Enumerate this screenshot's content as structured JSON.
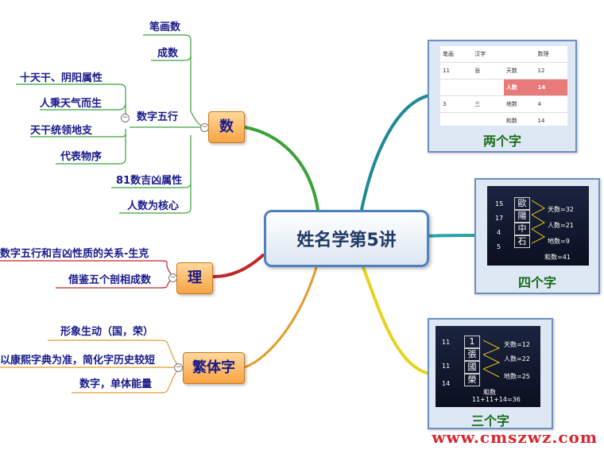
{
  "central": "姓名学第5讲",
  "branches": {
    "shu": {
      "title": "数",
      "items": [
        "笔画数",
        "成数",
        "数字五行",
        "81数吉凶属性",
        "人数为核心"
      ],
      "sub": [
        "十天干、阴阳属性",
        "人秉天气而生",
        "天干统领地支",
        "代表物序"
      ]
    },
    "li": {
      "title": "理",
      "items": [
        "数字五行和吉凶性质的关系-生克",
        "借鉴五个剖相成数"
      ]
    },
    "fanti": {
      "title": "繁体字",
      "items": [
        "形象生动（国，荣）",
        "以康熙字典为准，简化字历史较短",
        "数字，单体能量"
      ]
    }
  },
  "cards": {
    "two": {
      "title": "两个字",
      "header": [
        "笔画",
        "汉字",
        "",
        "数理"
      ],
      "rows": [
        [
          "11",
          "张",
          "天数",
          "12"
        ],
        [
          "",
          "",
          "人数",
          "14"
        ],
        [
          "3",
          "三",
          "地数",
          "4"
        ],
        [
          "",
          "",
          "和数",
          "14"
        ]
      ]
    },
    "four": {
      "title": "四个字",
      "nums": [
        "15",
        "17",
        "4",
        "5"
      ],
      "chars": [
        "歐",
        "陽",
        "中",
        "石"
      ],
      "results": [
        "天数=32",
        "人数=21",
        "地数=9",
        "和数=41"
      ]
    },
    "three": {
      "title": "三个字",
      "nums": [
        "11",
        "11",
        "14"
      ],
      "chars": [
        "1",
        "張",
        "國",
        "榮"
      ],
      "results": [
        "天数=12",
        "人数=22",
        "地数=25"
      ],
      "total_label": "和数",
      "total": "11+11+14=36"
    }
  },
  "colors": {
    "teal": "#1f8a94",
    "green": "#3aa23a",
    "red": "#c0282a",
    "orange": "#e39a2a",
    "yellow": "#e8d21c",
    "node_fill": "#f7a443"
  },
  "watermark": "www.cmszwz.com"
}
